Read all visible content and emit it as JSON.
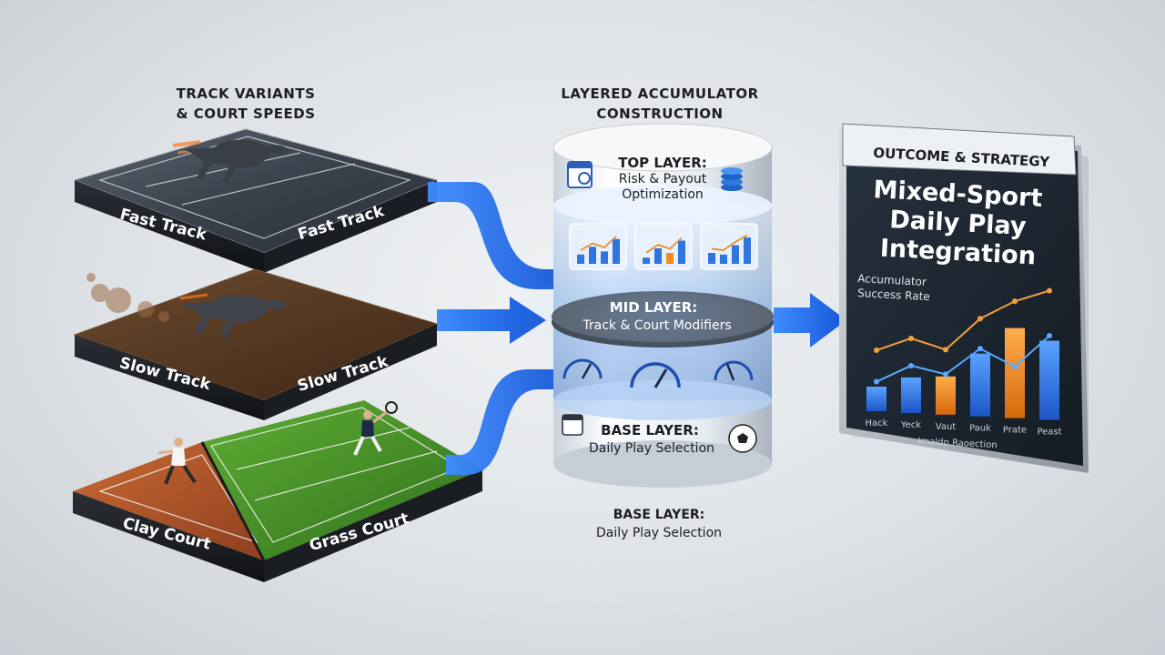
{
  "left_section": {
    "heading_line1": "TRACK VARIANTS",
    "heading_line2": "& COURT SPEEDS",
    "platforms": [
      {
        "label_left": "Fast Track",
        "label_right": "Fast Track"
      },
      {
        "label_left": "Slow Track",
        "label_right": "Slow Track"
      },
      {
        "label_left": "Clay Court",
        "label_right": "Grass Court"
      }
    ]
  },
  "center_section": {
    "heading_line1": "LAYERED ACCUMULATOR",
    "heading_line2": "CONSTRUCTION",
    "top_layer": {
      "title": "TOP LAYER:",
      "line1": "Risk & Payout",
      "line2": "Optimization"
    },
    "mid_layer": {
      "title": "MID LAYER:",
      "line1": "Track & Court Modifiers"
    },
    "base_layer": {
      "title": "BASE LAYER:",
      "line1": "Daily Play Selection"
    },
    "caption": {
      "title": "BASE LAYER:",
      "line1": "Daily Play Selection"
    }
  },
  "right_section": {
    "tab_label": "OUTCOME & STRATEGY",
    "title_line1": "Mixed-Sport",
    "title_line2": "Daily Play",
    "title_line3": "Integration",
    "chart_title_line1": "Accumulator",
    "chart_title_line2": "Success Rate",
    "x_labels": [
      "Hack",
      "Yeck",
      "Vaut",
      "Pauk",
      "Prate",
      "Peast"
    ],
    "x_sublabel": "Imaldp.Raoection",
    "bar_values": [
      0.18,
      0.26,
      0.28,
      0.46,
      0.66,
      0.58
    ],
    "line_a": [
      0.45,
      0.55,
      0.48,
      0.72,
      0.86,
      0.95
    ],
    "line_b": [
      0.22,
      0.35,
      0.3,
      0.5,
      0.38,
      0.62
    ]
  },
  "colors": {
    "arrow_blue": "#1f6fe8",
    "bar_blue": "#3b82f6",
    "bar_orange": "#f28a1e",
    "panel_dark": "#1c2733",
    "turf_green": "#4d9a2c",
    "clay": "#b65a2c",
    "dirt": "#5a3a22"
  },
  "icons": [
    "calendar-icon",
    "coins-icon",
    "gauge-icon",
    "soccer-ball-icon",
    "greyhound-icon",
    "tennis-player-icon"
  ]
}
